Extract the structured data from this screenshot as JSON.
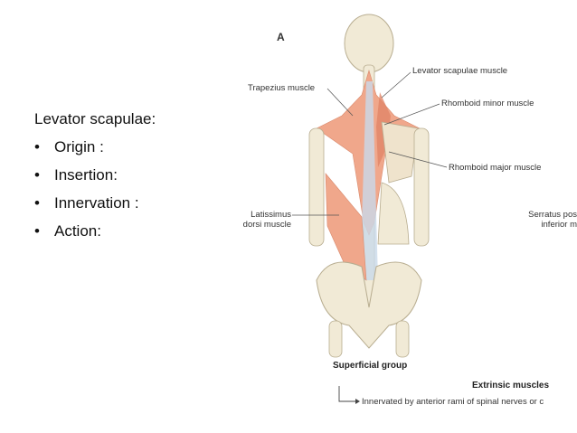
{
  "slide": {
    "title": "Levator scapulae:",
    "bullets": [
      {
        "bullet": "•",
        "text": "Origin :"
      },
      {
        "bullet": "•",
        "text": "Insertion:"
      },
      {
        "bullet": "•",
        "text": "Innervation :"
      },
      {
        "bullet": "•",
        "text": "Action:"
      }
    ]
  },
  "figure": {
    "letter": "A",
    "labels": {
      "trapezius": "Trapezius muscle",
      "levator": "Levator scapulae muscle",
      "rhomboid_minor": "Rhomboid minor muscle",
      "rhomboid_major": "Rhomboid major muscle",
      "latissimus_1": "Latissimus",
      "latissimus_2": "dorsi muscle",
      "serratus_1": "Serratus pos",
      "serratus_2": "inferior m"
    },
    "superficial_group": "Superficial group",
    "extrinsic_muscles": "Extrinsic muscles",
    "innervated": "Innervated by anterior rami of spinal nerves or c",
    "colors": {
      "bone": "#f1ead6",
      "bone_outline": "#b8ad90",
      "muscle": "#f0a78b",
      "muscle_dark": "#e18668",
      "fascia": "#c9d9ea"
    }
  }
}
